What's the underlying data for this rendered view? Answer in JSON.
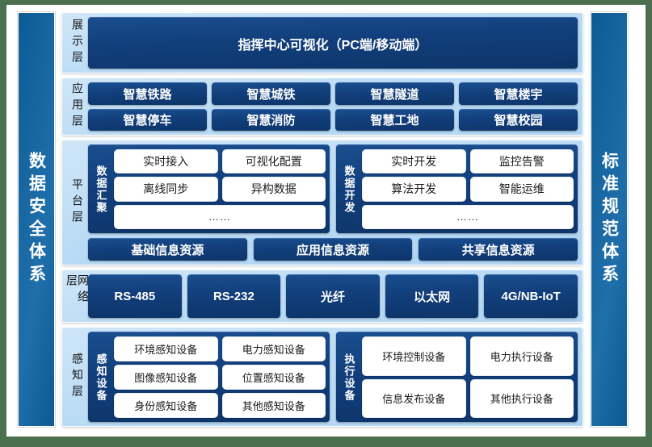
{
  "pillars": {
    "left": "数据安全体系",
    "right": "标准规范体系"
  },
  "layers": {
    "display": {
      "label": "展示层",
      "banner": "指挥中心可视化（PC端/移动端）"
    },
    "application": {
      "label": "应用层",
      "items": [
        "智慧铁路",
        "智慧城铁",
        "智慧隧道",
        "智慧楼宇",
        "智慧停车",
        "智慧消防",
        "智慧工地",
        "智慧校园"
      ]
    },
    "platform": {
      "label": "平台层",
      "groups": [
        {
          "title": "数据汇聚",
          "cells": [
            "实时接入",
            "可视化配置",
            "离线同步",
            "异构数据"
          ],
          "more": "……"
        },
        {
          "title": "数据开发",
          "cells": [
            "实时开发",
            "监控告警",
            "算法开发",
            "智能运维"
          ],
          "more": "……"
        }
      ],
      "resources": [
        "基础信息资源",
        "应用信息资源",
        "共享信息资源"
      ]
    },
    "network": {
      "label": "网络层",
      "items": [
        "RS-485",
        "RS-232",
        "光纤",
        "以太网",
        "4G/NB-IoT"
      ]
    },
    "sensing": {
      "label": "感知层",
      "groups": [
        {
          "title": "感知设备",
          "cells": [
            "环境感知设备",
            "电力感知设备",
            "图像感知设备",
            "位置感知设备",
            "身份感知设备",
            "其他感知设备"
          ]
        },
        {
          "title": "执行设备",
          "cells": [
            "环境控制设备",
            "电力执行设备",
            "信息发布设备",
            "其他执行设备"
          ]
        }
      ]
    }
  },
  "colors": {
    "page_background": "#4a7050",
    "canvas": "#ffffff",
    "pillar_blue": "#17659f",
    "layer_light_blue": "#bcdcf5",
    "chip_navy": "#123f7c",
    "pill_white": "#ffffff"
  }
}
